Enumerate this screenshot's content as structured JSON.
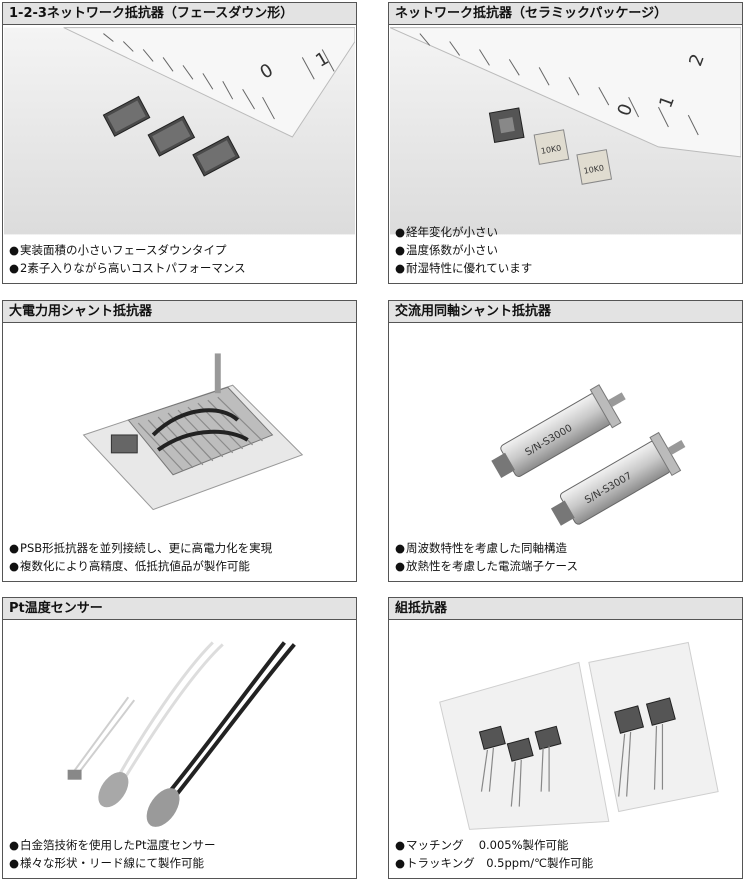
{
  "cards": [
    {
      "title": "1-2-3ネットワーク抵抗器（フェースダウン形）",
      "bullets": [
        "実装面積の小さいフェースダウンタイプ",
        "2素子入りながら高いコストパフォーマンス"
      ],
      "photo_labels": {
        "ruler": [
          "0",
          "1"
        ]
      }
    },
    {
      "title": "ネットワーク抵抗器（セラミックパッケージ）",
      "bullets": [
        "経年変化が小さい",
        "温度係数が小さい",
        "耐湿特性に優れています"
      ],
      "photo_labels": {
        "ruler": [
          "0",
          "1",
          "2"
        ],
        "chip_a": "10K0",
        "chip_b": "10K0"
      }
    },
    {
      "title": "大電力用シャント抵抗器",
      "bullets": [
        "PSB形抵抗器を並列接続し、更に高電力化を実現",
        "複数化により高精度、低抵抗値品が製作可能"
      ]
    },
    {
      "title": "交流用同軸シャント抵抗器",
      "bullets": [
        "周波数特性を考慮した同軸構造",
        "放熱性を考慮した電流端子ケース"
      ],
      "photo_labels": {
        "cyl_a": "S/N-S3000",
        "cyl_b": "S/N-S3007"
      }
    },
    {
      "title": "Pt温度センサー",
      "bullets": [
        "白金箔技術を使用したPt温度センサー",
        "様々な形状・リード線にて製作可能"
      ]
    },
    {
      "title": "組抵抗器",
      "bullets": [
        "マッチング　 0.005%製作可能",
        "トラッキング　0.5ppm/℃製作可能"
      ]
    }
  ]
}
